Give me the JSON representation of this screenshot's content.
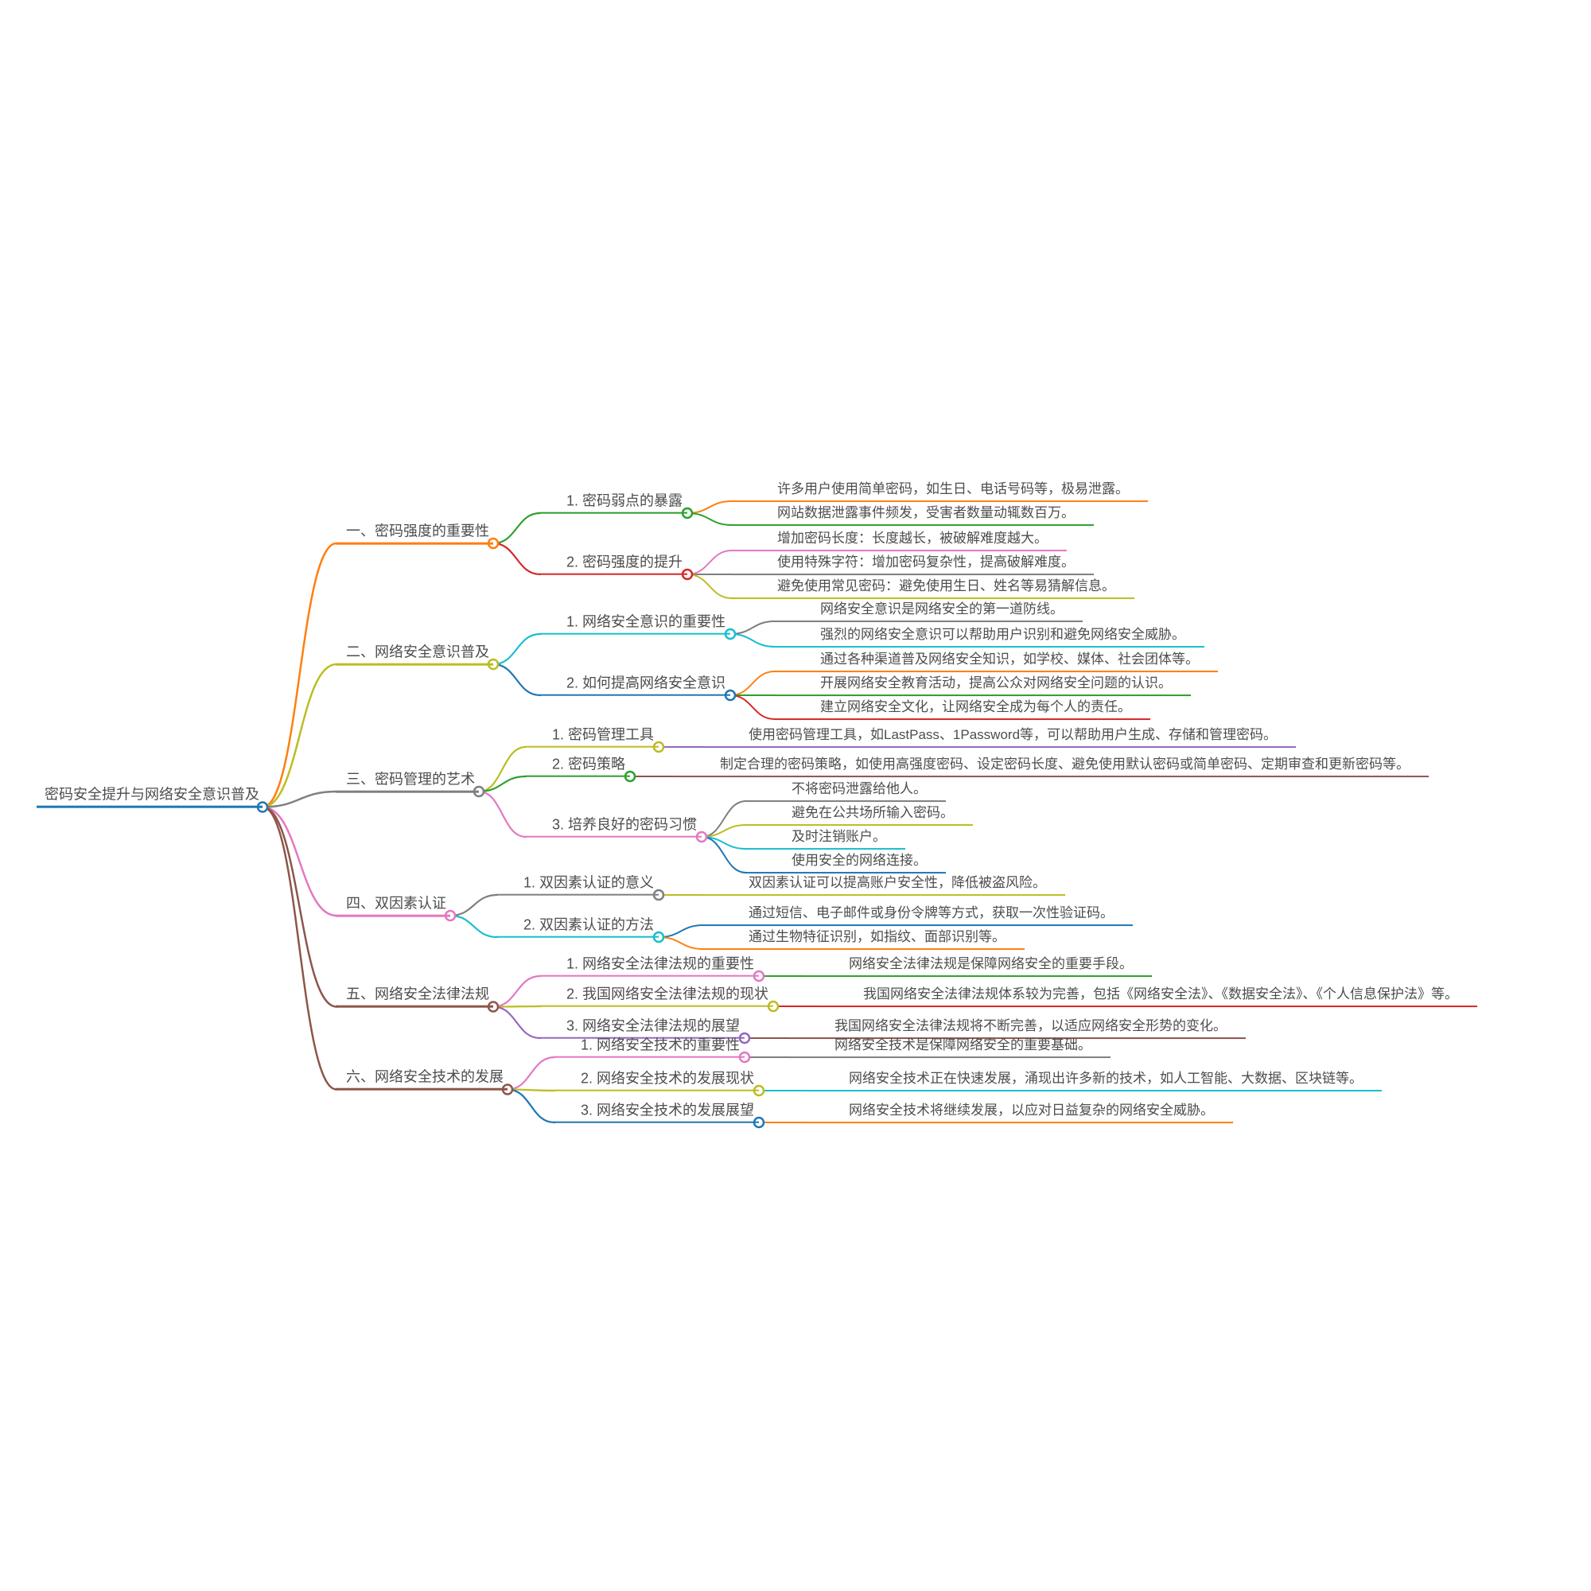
{
  "mindmap": {
    "background": "#ffffff",
    "text_color": "#4d4d4d",
    "root": {
      "label": "密码安全提升与网络安全意识普及",
      "color": "#1f77b4",
      "children": [
        {
          "label": "一、密码强度的重要性",
          "color": "#ff7f0e",
          "children": [
            {
              "label": "1. 密码弱点的暴露",
              "color": "#2ca02c",
              "children": [
                {
                  "label": "许多用户使用简单密码，如生日、电话号码等，极易泄露。",
                  "color": "#ff7f0e"
                },
                {
                  "label": "网站数据泄露事件频发，受害者数量动辄数百万。",
                  "color": "#2ca02c"
                }
              ]
            },
            {
              "label": "2. 密码强度的提升",
              "color": "#d62728",
              "children": [
                {
                  "label": "增加密码长度：长度越长，被破解难度越大。",
                  "color": "#e377c2"
                },
                {
                  "label": "使用特殊字符：增加密码复杂性，提高破解难度。",
                  "color": "#7f7f7f"
                },
                {
                  "label": "避免使用常见密码：避免使用生日、姓名等易猜解信息。",
                  "color": "#bcbd22"
                }
              ]
            }
          ]
        },
        {
          "label": "二、网络安全意识普及",
          "color": "#bcbd22",
          "children": [
            {
              "label": "1. 网络安全意识的重要性",
              "color": "#17becf",
              "children": [
                {
                  "label": "网络安全意识是网络安全的第一道防线。",
                  "color": "#7f7f7f"
                },
                {
                  "label": "强烈的网络安全意识可以帮助用户识别和避免网络安全威胁。",
                  "color": "#17becf"
                }
              ]
            },
            {
              "label": "2. 如何提高网络安全意识",
              "color": "#1f77b4",
              "children": [
                {
                  "label": "通过各种渠道普及网络安全知识，如学校、媒体、社会团体等。",
                  "color": "#ff7f0e"
                },
                {
                  "label": "开展网络安全教育活动，提高公众对网络安全问题的认识。",
                  "color": "#2ca02c"
                },
                {
                  "label": "建立网络安全文化，让网络安全成为每个人的责任。",
                  "color": "#d62728"
                }
              ]
            }
          ]
        },
        {
          "label": "三、密码管理的艺术",
          "color": "#7f7f7f",
          "children": [
            {
              "label": "1. 密码管理工具",
              "color": "#bcbd22",
              "children": [
                {
                  "label": "使用密码管理工具，如LastPass、1Password等，可以帮助用户生成、存储和管理密码。",
                  "color": "#9467bd"
                }
              ]
            },
            {
              "label": "2. 密码策略",
              "color": "#2ca02c",
              "children": [
                {
                  "label": "制定合理的密码策略，如使用高强度密码、设定密码长度、避免使用默认密码或简单密码、定期审查和更新密码等。",
                  "color": "#8c564b"
                }
              ]
            },
            {
              "label": "3. 培养良好的密码习惯",
              "color": "#e377c2",
              "children": [
                {
                  "label": "不将密码泄露给他人。",
                  "color": "#7f7f7f"
                },
                {
                  "label": "避免在公共场所输入密码。",
                  "color": "#bcbd22"
                },
                {
                  "label": "及时注销账户。",
                  "color": "#17becf"
                },
                {
                  "label": "使用安全的网络连接。",
                  "color": "#1f77b4"
                }
              ]
            }
          ]
        },
        {
          "label": "四、双因素认证",
          "color": "#e377c2",
          "children": [
            {
              "label": "1. 双因素认证的意义",
              "color": "#7f7f7f",
              "children": [
                {
                  "label": "双因素认证可以提高账户安全性，降低被盗风险。",
                  "color": "#bcbd22"
                }
              ]
            },
            {
              "label": "2. 双因素认证的方法",
              "color": "#17becf",
              "children": [
                {
                  "label": "通过短信、电子邮件或身份令牌等方式，获取一次性验证码。",
                  "color": "#1f77b4"
                },
                {
                  "label": "通过生物特征识别，如指纹、面部识别等。",
                  "color": "#ff7f0e"
                }
              ]
            }
          ]
        },
        {
          "label": "五、网络安全法律法规",
          "color": "#8c564b",
          "children": [
            {
              "label": "1. 网络安全法律法规的重要性",
              "color": "#e377c2",
              "children": [
                {
                  "label": "网络安全法律法规是保障网络安全的重要手段。",
                  "color": "#2ca02c"
                }
              ]
            },
            {
              "label": "2. 我国网络安全法律法规的现状",
              "color": "#bcbd22",
              "children": [
                {
                  "label": "我国网络安全法律法规体系较为完善，包括《网络安全法》、《数据安全法》、《个人信息保护法》等。",
                  "color": "#d62728"
                }
              ]
            },
            {
              "label": "3. 网络安全法律法规的展望",
              "color": "#9467bd",
              "children": [
                {
                  "label": "我国网络安全法律法规将不断完善，以适应网络安全形势的变化。",
                  "color": "#8c564b"
                }
              ]
            }
          ]
        },
        {
          "label": "六、网络安全技术的发展",
          "color": "#8c564b",
          "children": [
            {
              "label": "1. 网络安全技术的重要性",
              "color": "#e377c2",
              "children": [
                {
                  "label": "网络安全技术是保障网络安全的重要基础。",
                  "color": "#7f7f7f"
                }
              ]
            },
            {
              "label": "2. 网络安全技术的发展现状",
              "color": "#bcbd22",
              "children": [
                {
                  "label": "网络安全技术正在快速发展，涌现出许多新的技术，如人工智能、大数据、区块链等。",
                  "color": "#17becf"
                }
              ]
            },
            {
              "label": "3. 网络安全技术的发展展望",
              "color": "#1f77b4",
              "children": [
                {
                  "label": "网络安全技术将继续发展，以应对日益复杂的网络安全威胁。",
                  "color": "#ff7f0e"
                }
              ]
            }
          ]
        }
      ]
    }
  }
}
